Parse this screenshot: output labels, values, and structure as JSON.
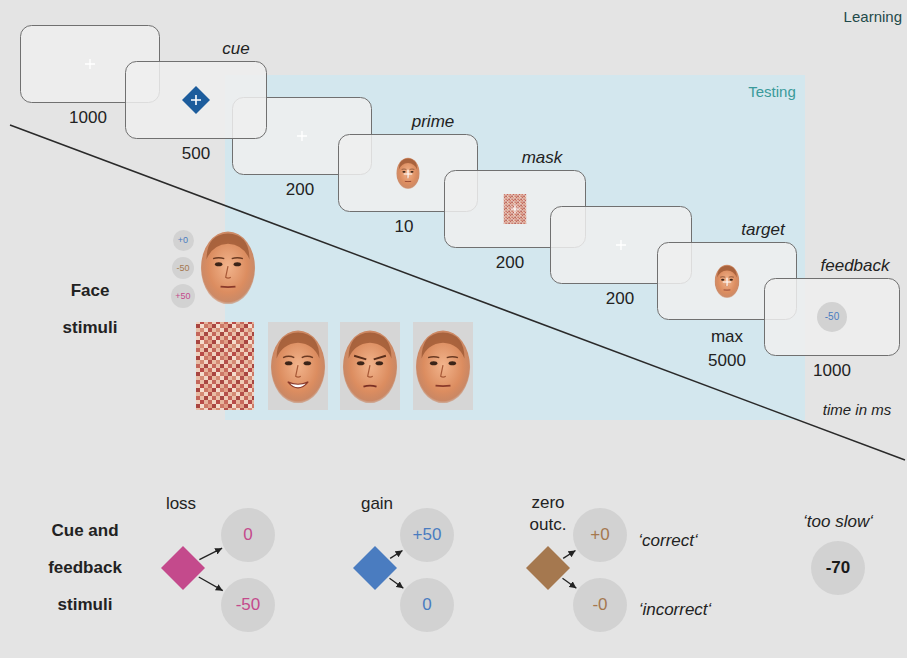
{
  "diagram": {
    "nodes": [
      {
        "text": [
          "Testing"
        ]
      },
      {
        "text": [
          "1000"
        ]
      },
      {
        "text": [
          "cue",
          "500"
        ]
      },
      {
        "text": [
          "200"
        ],
        "in": 0
      },
      {
        "text": [
          "prime",
          "10"
        ],
        "in": 0
      },
      {
        "text": [
          "mask",
          "200"
        ],
        "in": 0
      },
      {
        "text": [
          "200"
        ],
        "in": 0
      },
      {
        "text": [
          "target",
          "max 5000"
        ],
        "in": 0
      },
      {
        "text": [
          "feedback",
          "1000"
        ]
      },
      {
        "text": [
          "-50"
        ],
        "in": 8
      },
      {
        "text": [
          "+0"
        ]
      },
      {
        "text": [
          "-50"
        ]
      },
      {
        "text": [
          "+50"
        ]
      },
      {
        "text": [
          "loss"
        ]
      },
      {
        "text": [
          "0"
        ]
      },
      {
        "text": [
          "-50"
        ]
      },
      {
        "text": [
          "gain"
        ]
      },
      {
        "text": [
          "+50"
        ]
      },
      {
        "text": [
          "0"
        ]
      },
      {
        "text": [
          "zero outc."
        ]
      },
      {
        "text": [
          "+0"
        ]
      },
      {
        "text": [
          "-0"
        ]
      },
      {
        "text": [
          "‘too slow‘",
          "-70"
        ]
      }
    ],
    "edges": [
      {
        "from": 13,
        "to": 14,
        "arrow": "to"
      },
      {
        "from": 13,
        "to": 15,
        "arrow": "to"
      },
      {
        "from": 16,
        "to": 17,
        "arrow": "to"
      },
      {
        "from": 16,
        "to": 18,
        "arrow": "to"
      },
      {
        "from": 19,
        "to": 20,
        "arrow": "to"
      },
      {
        "from": 19,
        "to": 21,
        "arrow": "to"
      }
    ],
    "labels": [
      "Learning",
      "time in ms",
      "Face stimuli",
      "Cue and feedback stimuli",
      "‘correct‘",
      "‘incorrect‘"
    ]
  }
}
